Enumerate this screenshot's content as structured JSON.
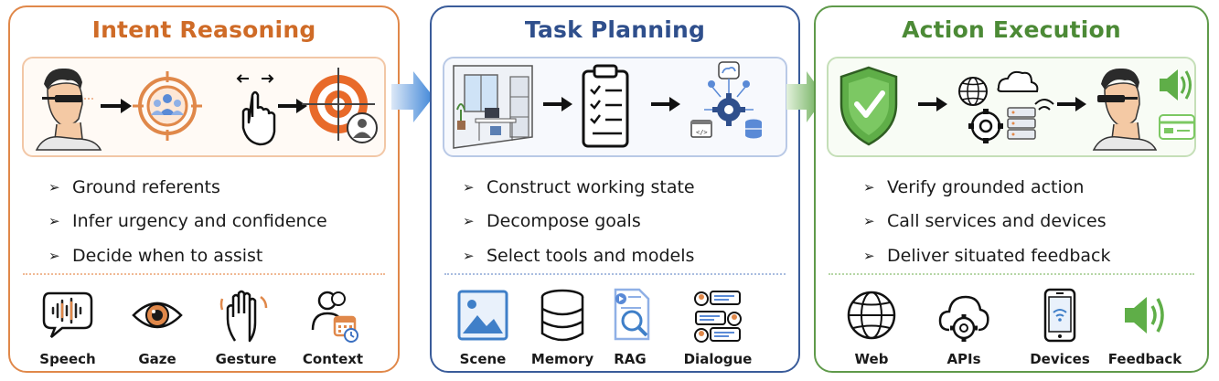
{
  "colors": {
    "intent": "#cf6b27",
    "planning": "#2f4f8c",
    "execution": "#4c8a36"
  },
  "panels": [
    {
      "title": "Intent Reasoning",
      "bullet_marker": "➢",
      "bullets": [
        "Ground referents",
        "Infer urgency and confidence",
        "Decide when to assist"
      ],
      "modalities": [
        {
          "label": "Speech",
          "icon": "speech-bubble-icon"
        },
        {
          "label": "Gaze",
          "icon": "eye-icon"
        },
        {
          "label": "Gesture",
          "icon": "raised-hand-icon"
        },
        {
          "label": "Context",
          "icon": "person-calendar-icon"
        }
      ]
    },
    {
      "title": "Task Planning",
      "bullet_marker": "➢",
      "bullets": [
        "Construct working state",
        "Decompose goals",
        "Select tools and models"
      ],
      "modalities": [
        {
          "label": "Scene",
          "icon": "landscape-image-icon"
        },
        {
          "label": "Memory",
          "icon": "database-icon"
        },
        {
          "label": "RAG",
          "icon": "document-search-icon"
        },
        {
          "label": "Dialogue",
          "icon": "chat-people-icon"
        }
      ]
    },
    {
      "title": "Action Execution",
      "bullet_marker": "➢",
      "bullets": [
        "Verify grounded action",
        "Call services and devices",
        "Deliver situated feedback"
      ],
      "modalities": [
        {
          "label": "Web",
          "icon": "globe-icon"
        },
        {
          "label": "APIs",
          "icon": "cloud-gear-icon"
        },
        {
          "label": "Devices",
          "icon": "smartphone-icon"
        },
        {
          "label": "Feedback",
          "icon": "speaker-icon"
        }
      ]
    }
  ]
}
